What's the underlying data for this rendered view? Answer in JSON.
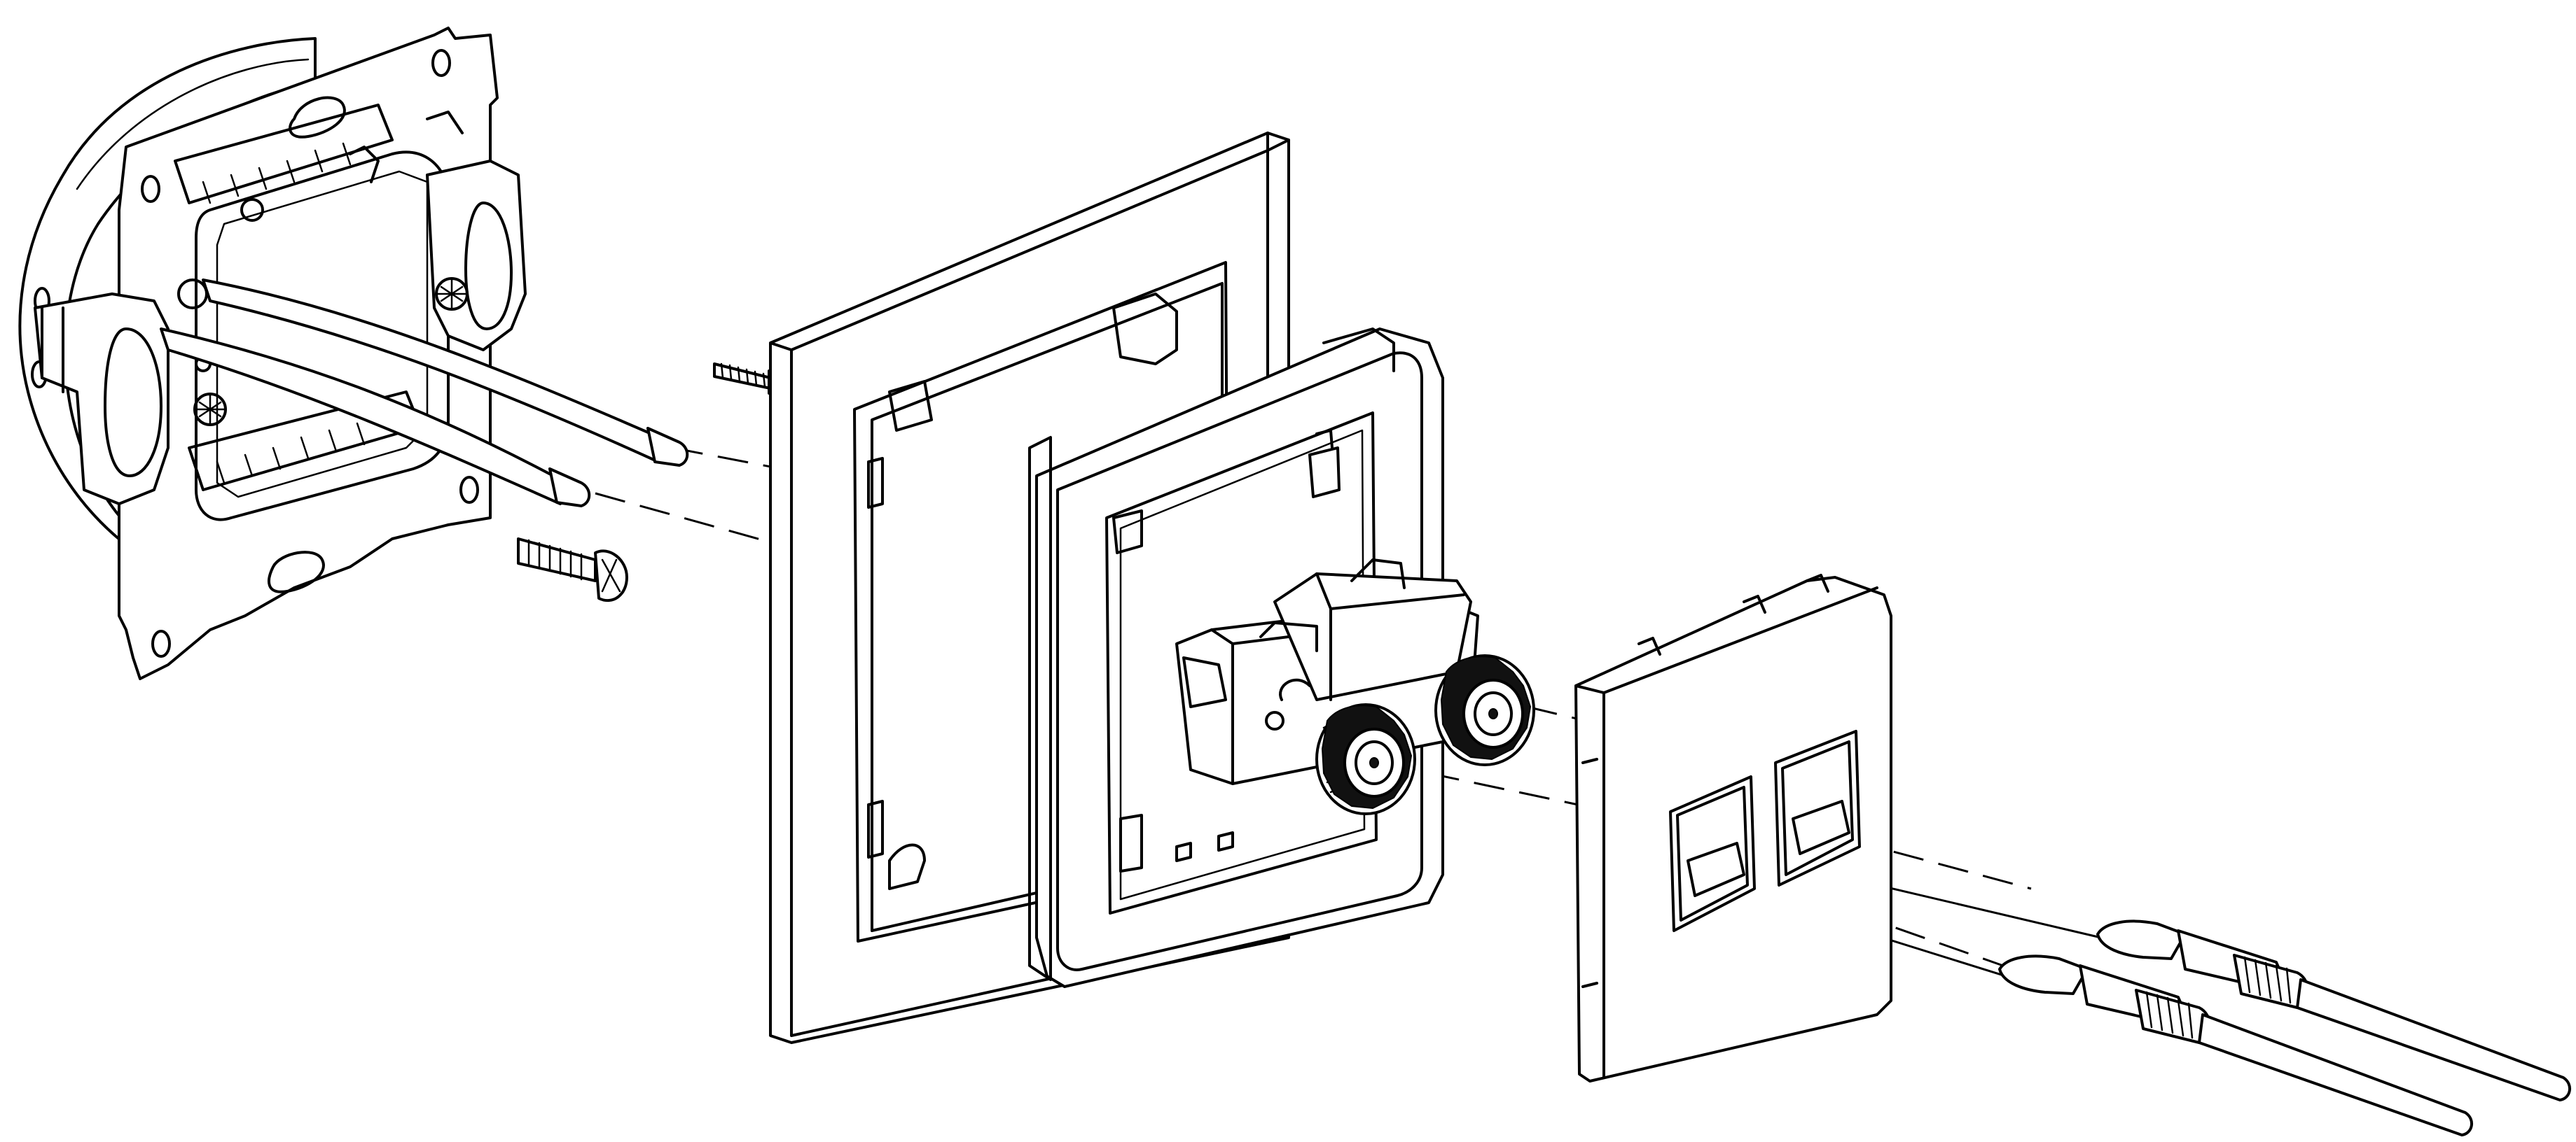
{
  "diagram": {
    "components": [
      {
        "name": "mounting-frame",
        "icon": "mounting-bracket-icon"
      },
      {
        "name": "fixing-screw-top",
        "icon": "screw-icon"
      },
      {
        "name": "fixing-screw-bottom",
        "icon": "screw-icon"
      },
      {
        "name": "cover-frame",
        "icon": "frame-icon"
      },
      {
        "name": "speaker-terminal-module",
        "icon": "binding-post-icon"
      },
      {
        "name": "front-cover-plate",
        "icon": "cover-plate-icon"
      },
      {
        "name": "banana-plug-upper",
        "icon": "banana-plug-icon"
      },
      {
        "name": "banana-plug-lower",
        "icon": "banana-plug-icon"
      }
    ],
    "style": {
      "line_color": "#000000",
      "background": "#ffffff"
    }
  }
}
